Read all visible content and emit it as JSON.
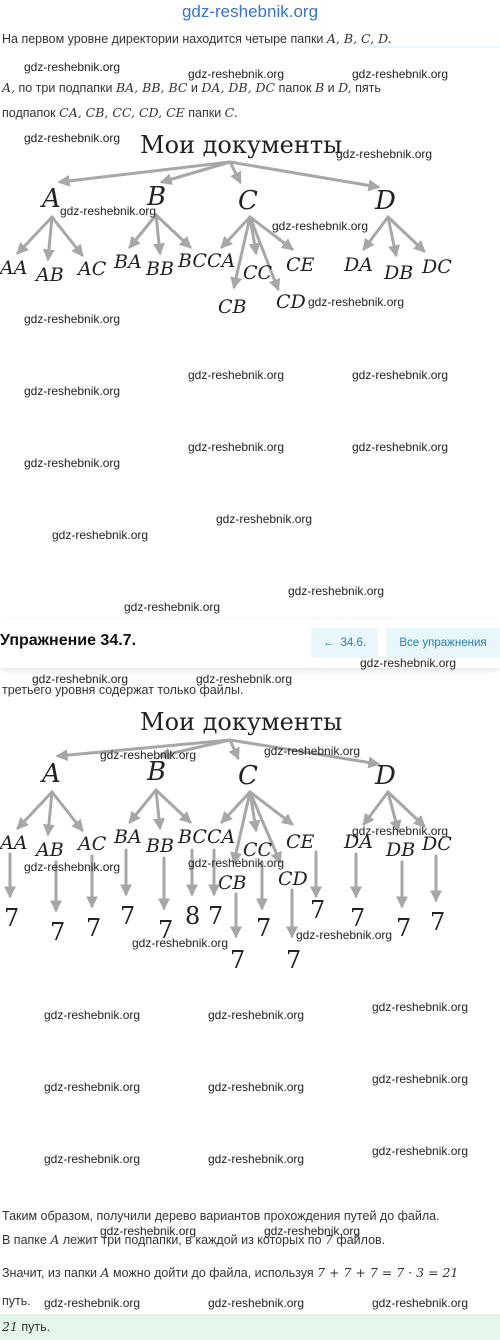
{
  "header": {
    "site_link": "gdz-reshebnik.org"
  },
  "part1": {
    "line1_text": "На первом уровне директории находится четыре папки ",
    "line1_math": "A,  B,  C,  D.",
    "line2_a": "A,",
    "line2_text1": " по три подпапки ",
    "line2_math1": "BA,  BB,  BC",
    "line2_text2": " и ",
    "line2_math2": "DA,  DB,  DC",
    "line2_text3": " папок ",
    "line2_math3": "B",
    "line2_text4": " и ",
    "line2_math4": "D,",
    "line2_text5": " пять",
    "line3_text1": "подпапок ",
    "line3_math": "CA,  CB,  CC,  CD,  CE",
    "line3_text2": " папки ",
    "line3_math2": "C."
  },
  "tree1": {
    "root": "Мои документы",
    "level1": [
      "A",
      "B",
      "C",
      "D"
    ],
    "a_children": [
      "AA",
      "AB",
      "AC"
    ],
    "b_children": [
      "BA",
      "BB",
      "BC"
    ],
    "c_children": [
      "CA",
      "CB",
      "CC",
      "CD",
      "CE"
    ],
    "d_children": [
      "DA",
      "DB",
      "DC"
    ]
  },
  "exercise": {
    "title": "Упражнение 34.7.",
    "prev_icon": "arrow-left-icon",
    "prev_label": "34.6.",
    "all_label": "Все упражнения",
    "cut_line": "третьего уровня содержат только файлы."
  },
  "tree2": {
    "root": "Мои документы",
    "level1": [
      "A",
      "B",
      "C",
      "D"
    ],
    "a_children": [
      "AA",
      "AB",
      "AC"
    ],
    "b_children": [
      "BA",
      "BB",
      "BC"
    ],
    "c_children": [
      "CA",
      "CB",
      "CC",
      "CD",
      "CE"
    ],
    "d_children": [
      "DA",
      "DB",
      "DC"
    ],
    "file_counts": {
      "AA": "7",
      "AB": "7",
      "AC": "7",
      "BA": "7",
      "BB": "7",
      "BC": "8",
      "CA": "7",
      "CB": "7",
      "CC": "7",
      "CD": "7",
      "CE": "7",
      "DA": "7",
      "DB": "7",
      "DC": "7"
    }
  },
  "conclusion": {
    "line1": "Таким образом, получили дерево вариантов прохождения путей до файла.",
    "line2_text1": "В папке ",
    "line2_math": "A",
    "line2_text2": " лежит три подпапки, в каждой из которых по ",
    "line2_math2": "7",
    "line2_text3": " файлов.",
    "line3_text1": "Значит, из папки ",
    "line3_math1": "A",
    "line3_text2": " можно дойти до файла, используя ",
    "line3_math2": "7 + 7 + 7 = 7 · 3 = 21",
    "line4": "путь.",
    "line5_math": "21",
    "line5_text": " путь."
  },
  "watermark": "gdz-reshebnik.org"
}
